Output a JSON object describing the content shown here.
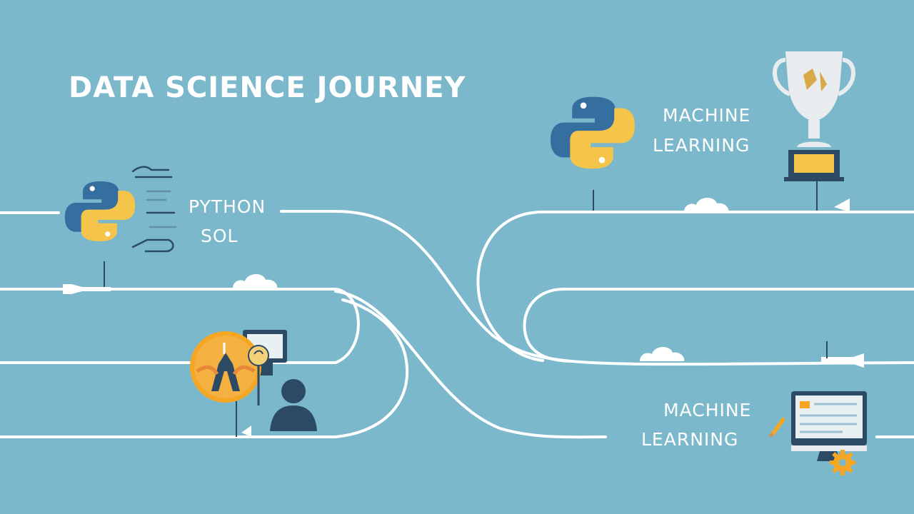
{
  "title": "DATA SCIENCE JOURNEY",
  "stages": {
    "skills": {
      "line1": "PYTHON",
      "line2": "SOL"
    },
    "ml_top": {
      "line1": "MACHINE",
      "line2": "LEARNING"
    },
    "ml_bottom": {
      "line1": "MACHINE",
      "line2": "LEARNING"
    }
  },
  "icons": [
    "python-logo-icon",
    "code-snippet-icon",
    "person-at-computer-icon",
    "trophy-icon",
    "monitor-icon",
    "gear-icon",
    "pencil-icon",
    "cloud-icon",
    "arrow-marker-icon"
  ],
  "colors": {
    "background": "#7cb8cb",
    "road": "#ffffff",
    "python_blue": "#356f9f",
    "python_yellow": "#f4c44b",
    "dark_navy": "#2c4a63",
    "orange": "#f5a623"
  }
}
